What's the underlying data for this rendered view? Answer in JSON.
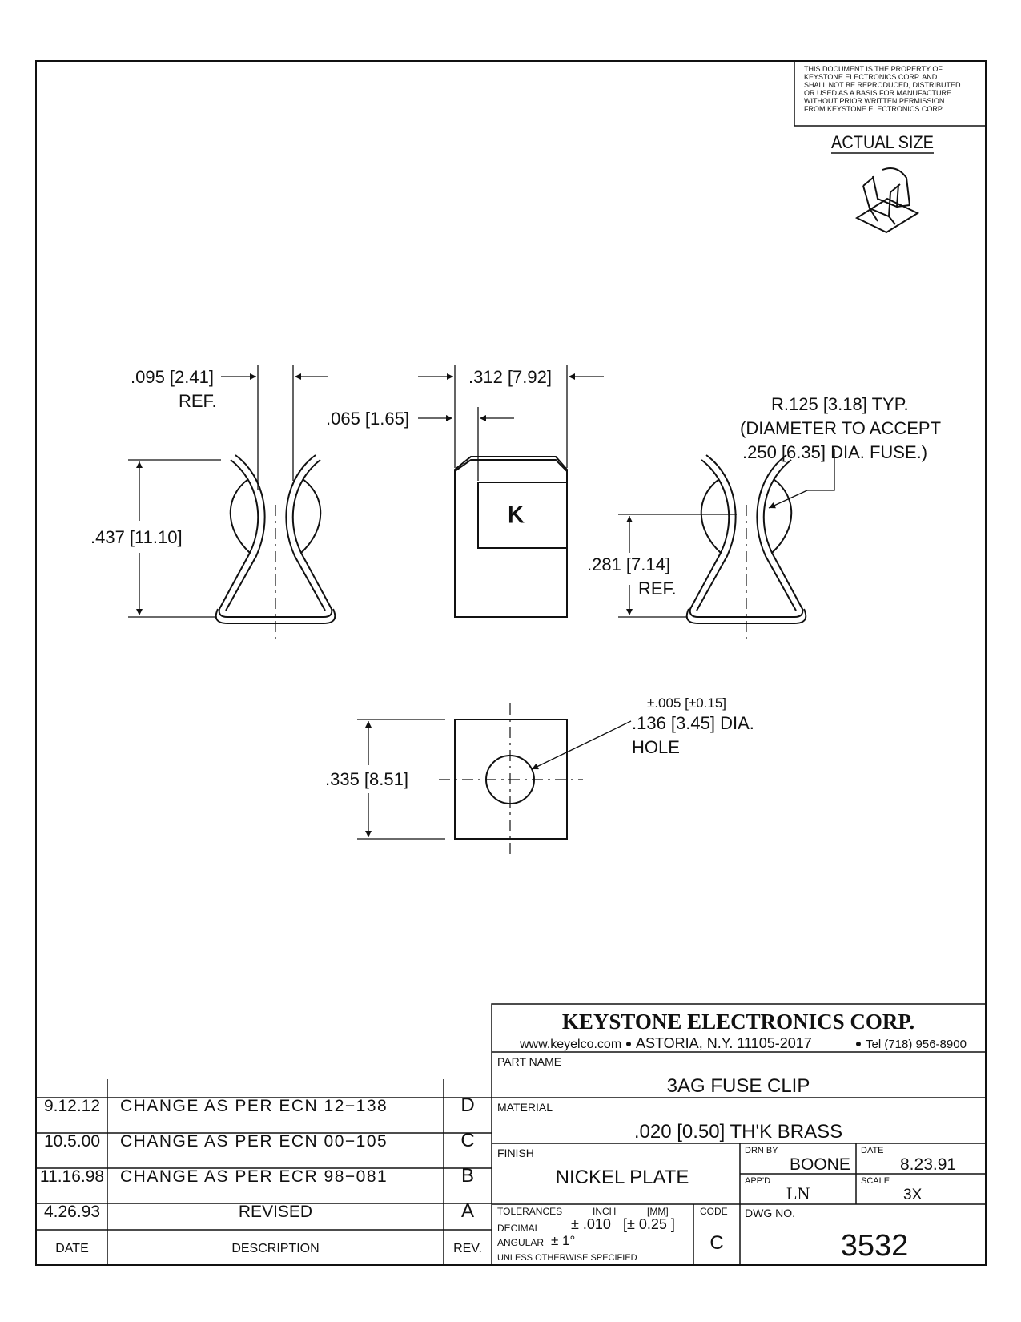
{
  "notice": {
    "lines": [
      "THIS DOCUMENT IS THE PROPERTY OF",
      "KEYSTONE ELECTRONICS CORP. AND",
      "SHALL NOT BE REPRODUCED, DISTRIBUTED",
      "OR USED AS A BASIS FOR MANUFACTURE",
      "WITHOUT PRIOR WRITTEN PERMISSION",
      "FROM KEYSTONE ELECTRONICS CORP."
    ]
  },
  "actual_size_label": "ACTUAL SIZE",
  "logo_letter": "K",
  "dimensions": {
    "d095": ".095 [2.41]",
    "ref1": "REF.",
    "d312": ".312 [7.92]",
    "d065": ".065 [1.65]",
    "d437": ".437 [11.10]",
    "r125_line1": "R.125 [3.18] TYP.",
    "r125_line2": "(DIAMETER TO ACCEPT",
    "r125_line3": ".250 [6.35] DIA. FUSE.)",
    "d281": ".281 [7.14]",
    "ref2": "REF.",
    "tol005": "±.005 [±0.15]",
    "d136": ".136 [3.45] DIA.",
    "hole": "HOLE",
    "d335": ".335 [8.51]"
  },
  "title_block": {
    "company": "KEYSTONE ELECTRONICS CORP.",
    "website": "www.keyelco.com",
    "address": "ASTORIA, N.Y. 11105-2017",
    "tel": "Tel (718) 956-8900",
    "part_name_label": "PART NAME",
    "part_name": "3AG FUSE CLIP",
    "material_label": "MATERIAL",
    "material": ".020 [0.50] TH'K BRASS",
    "finish_label": "FINISH",
    "finish": "NICKEL PLATE",
    "drn_by_label": "DRN BY",
    "drn_by": "BOONE",
    "date_label": "DATE",
    "date": "8.23.91",
    "appd_label": "APP'D",
    "appd": "LN",
    "scale_label": "SCALE",
    "scale": "3X",
    "tolerances_label": "TOLERANCES",
    "inch_label": "INCH",
    "mm_label": "[MM]",
    "code_label": "CODE",
    "code": "C",
    "decimal_label": "DECIMAL",
    "decimal_tol": "± .010",
    "decimal_tol_mm": "[± 0.25 ]",
    "angular_label": "ANGULAR",
    "angular_tol": "± 1°",
    "unless_label": "UNLESS OTHERWISE SPECIFIED",
    "dwg_no_label": "DWG NO.",
    "dwg_no": "3532"
  },
  "revisions": {
    "rows": [
      {
        "date": "9.12.12",
        "description": "CHANGE AS PER ECN 12−138",
        "rev": "D"
      },
      {
        "date": "10.5.00",
        "description": "CHANGE AS PER ECN 00−105",
        "rev": "C"
      },
      {
        "date": "11.16.98",
        "description": "CHANGE AS PER ECR 98−081",
        "rev": "B"
      },
      {
        "date": "4.26.93",
        "description": "REVISED",
        "rev": "A"
      }
    ],
    "header": {
      "date": "DATE",
      "description": "DESCRIPTION",
      "rev": "REV."
    }
  }
}
